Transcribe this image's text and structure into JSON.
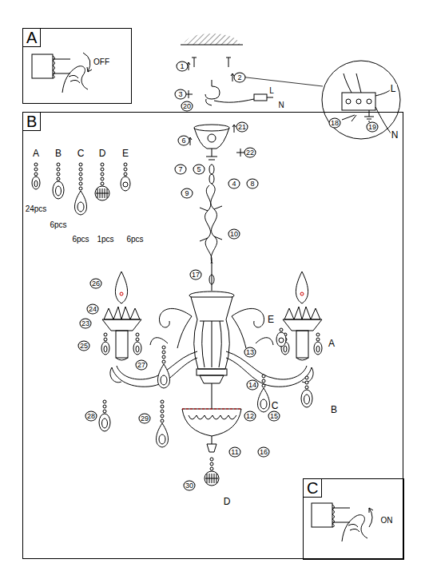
{
  "diagram": {
    "nodes": [
      {
        "text": [
          "A",
          "OFF"
        ]
      },
      {
        "text": [
          "B"
        ]
      },
      {
        "text": [
          "C",
          "ON"
        ],
        "in": 1
      },
      {
        "text": [
          "L",
          "N",
          "18",
          "19"
        ]
      }
    ],
    "labels": [
      "1",
      "2",
      "3",
      "20",
      "L",
      "N",
      "21",
      "6",
      "22",
      "7",
      "5",
      "4",
      "8",
      "9",
      "10",
      "A",
      "B",
      "C",
      "D",
      "E",
      "24pcs",
      "6pcs",
      "6pcs",
      "1pcs",
      "6pcs",
      "17",
      "26",
      "24",
      "23",
      "E",
      "A",
      "25",
      "13",
      "27",
      "14",
      "C",
      "B",
      "28",
      "29",
      "12",
      "15",
      "11",
      "16",
      "30",
      "D"
    ]
  }
}
